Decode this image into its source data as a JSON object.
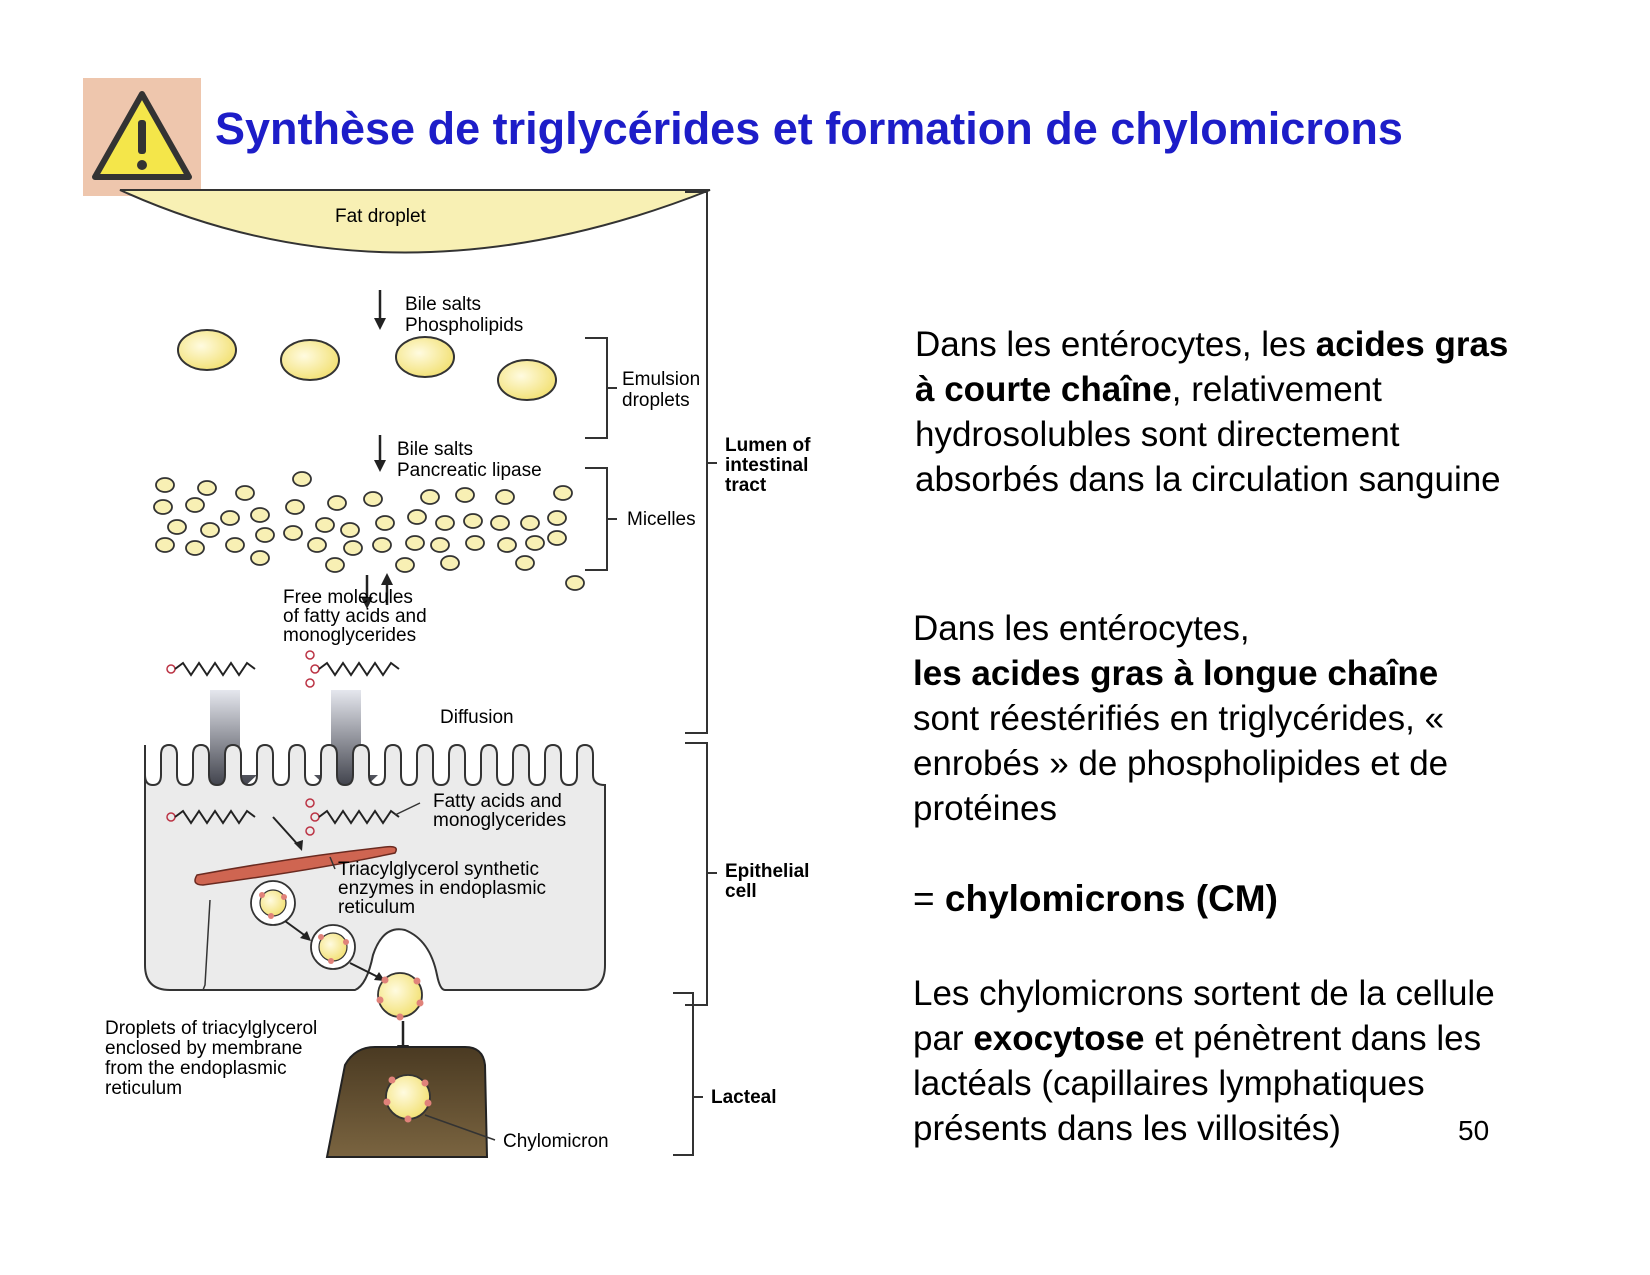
{
  "title": "Synthèse de triglycérides et formation de chylomicrons",
  "icons": {
    "warning": "warning-icon"
  },
  "diagram": {
    "fat_droplet": "Fat droplet",
    "bile_salts_1": "Bile salts",
    "phospholipids": "Phospholipids",
    "emulsion_1": "Emulsion",
    "emulsion_2": "droplets",
    "bile_salts_2": "Bile salts",
    "pancreatic_lipase": "Pancreatic lipase",
    "micelles": "Micelles",
    "free_1": "Free molecules",
    "free_2": "of fatty acids and",
    "free_3": "monoglycerides",
    "diffusion": "Diffusion",
    "lumen_1": "Lumen of",
    "lumen_2": "intestinal",
    "lumen_3": "tract",
    "fa_1": "Fatty acids and",
    "fa_2": "monoglycerides",
    "tg_1": "Triacylglycerol synthetic",
    "tg_2": "enzymes in endoplasmic",
    "tg_3": "reticulum",
    "epithelial_1": "Epithelial",
    "epithelial_2": "cell",
    "droplets_1": "Droplets of  triacylglycerol",
    "droplets_2": "enclosed by membrane",
    "droplets_3": "from the endoplasmic",
    "droplets_4": "reticulum",
    "lacteal": "Lacteal",
    "chylomicron": "Chylomicron"
  },
  "para1": {
    "t1": "Dans les entérocytes, les ",
    "b1": "acides gras à courte chaîne",
    "t2": ", relativement hydrosolubles sont directement absorbés dans la circulation sanguine"
  },
  "para2": {
    "t1": "Dans les entérocytes,",
    "b1": "les acides gras à longue chaîne",
    "t2": "sont réestérifiés en triglycérides, « enrobés » de phospholipides et de protéines"
  },
  "cm": {
    "prefix": "= ",
    "bold": "chylomicrons (CM)"
  },
  "para3": {
    "t1": "Les chylomicrons sortent de la cellule par ",
    "b1": "exocytose",
    "t2": " et pénètrent dans les lactéals (capillaires lymphatiques présents dans les villosités)"
  },
  "page_number": "50"
}
